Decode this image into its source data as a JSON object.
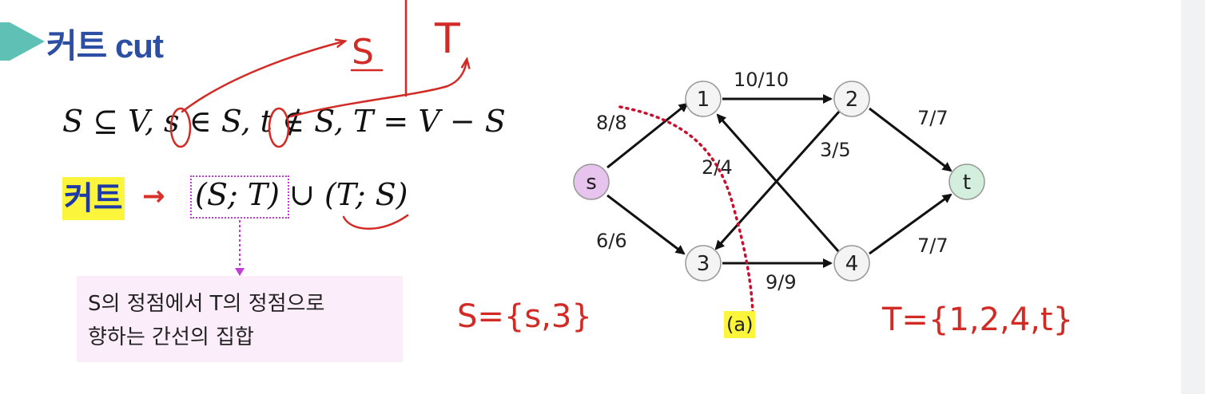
{
  "title": "커트 cut",
  "formula": {
    "text": "S ⊆ V, s ∈ S, t ∉ S, T = V − S"
  },
  "cut_definition": {
    "label": "커트",
    "arrow": "→",
    "expression_1": "(S; T)",
    "union": "∪",
    "expression_2": "(T; S)"
  },
  "callout": {
    "line1": "S의 정점에서 T의 정점으로",
    "line2": "향하는 간선의 집합"
  },
  "graph": {
    "nodes": [
      {
        "id": "s",
        "label": "s"
      },
      {
        "id": "1",
        "label": "1"
      },
      {
        "id": "2",
        "label": "2"
      },
      {
        "id": "3",
        "label": "3"
      },
      {
        "id": "4",
        "label": "4"
      },
      {
        "id": "t",
        "label": "t"
      }
    ],
    "edges": [
      {
        "from": "s",
        "to": "1",
        "label": "8/8"
      },
      {
        "from": "s",
        "to": "3",
        "label": "6/6"
      },
      {
        "from": "1",
        "to": "2",
        "label": "10/10"
      },
      {
        "from": "2",
        "to": "3",
        "label": "3/5"
      },
      {
        "from": "4",
        "to": "1",
        "label": "2/4"
      },
      {
        "from": "3",
        "to": "4",
        "label": "9/9"
      },
      {
        "from": "2",
        "to": "t",
        "label": "7/7"
      },
      {
        "from": "4",
        "to": "t",
        "label": "7/7"
      }
    ],
    "cut_tag": "(a)"
  },
  "handwriting": {
    "top_S": "S",
    "top_T": "T",
    "set_S": "S={s,3}",
    "set_T": "T={1,2,4,t}"
  },
  "colors": {
    "title": "#2c4fa3",
    "cut_label_bg": "#fbf53b",
    "handwriting": "#d22a24",
    "source_node": "#e7c4ee",
    "sink_node": "#d4eedd",
    "dotted_cut": "#c8102e"
  }
}
